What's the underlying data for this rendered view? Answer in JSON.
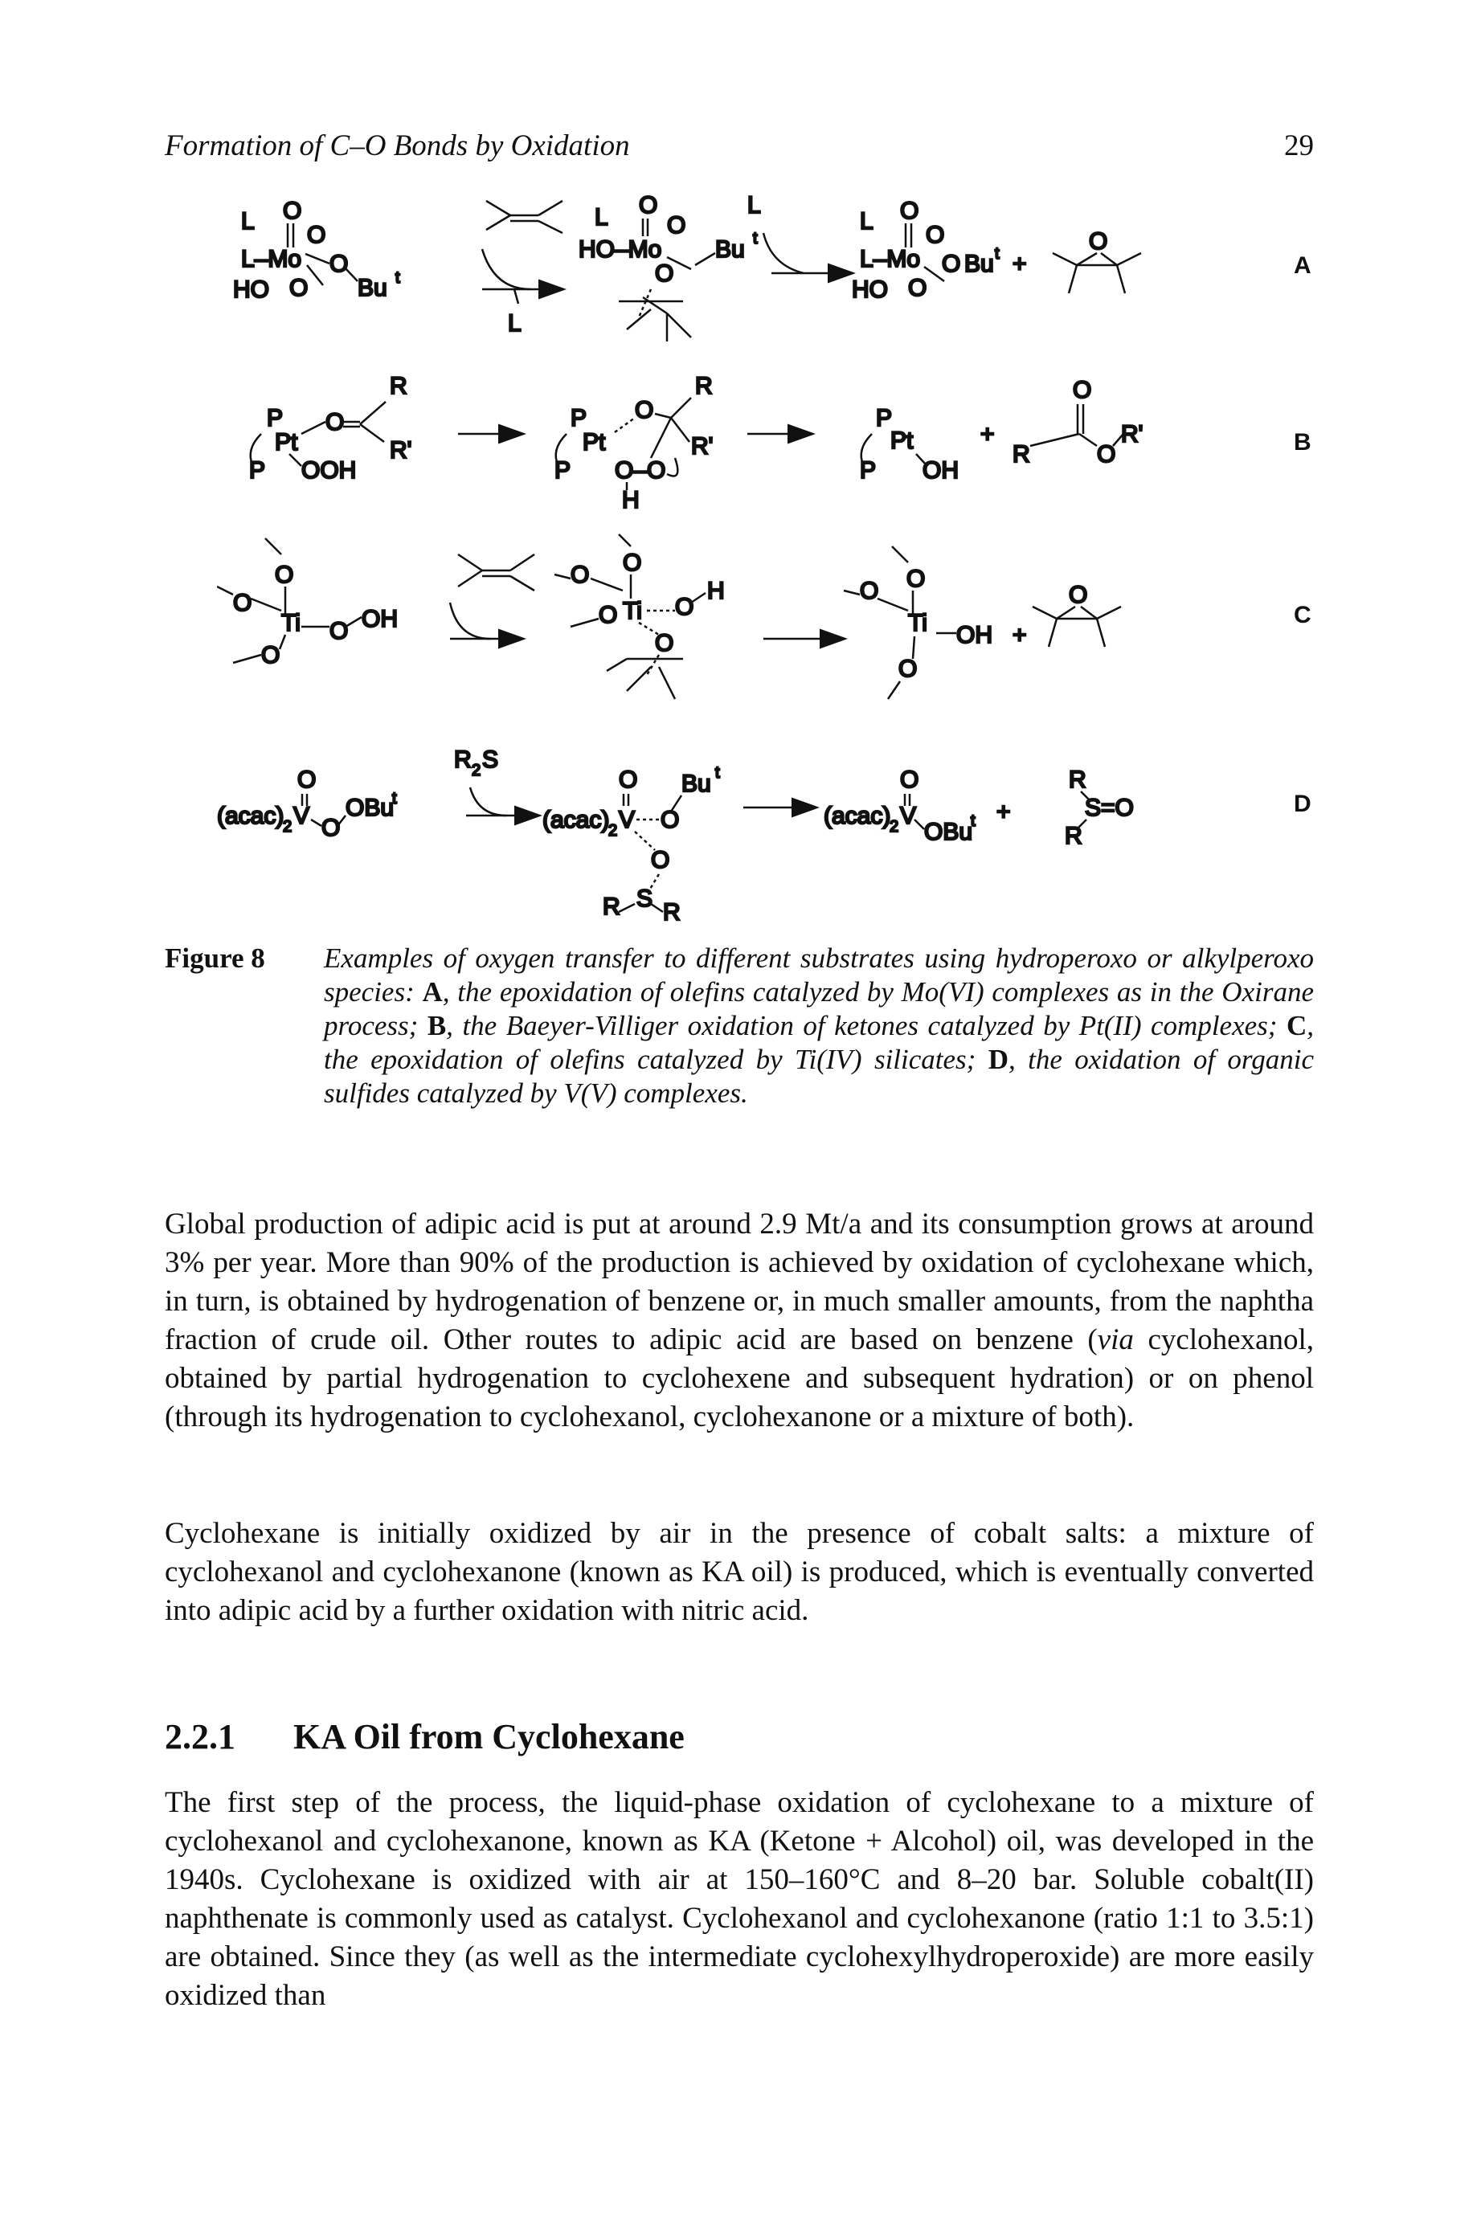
{
  "header": {
    "title": "Formation of C–O Bonds by Oxidation",
    "page_number": "29"
  },
  "scheme": {
    "row_labels": [
      "A",
      "B",
      "C",
      "D"
    ],
    "row_a": {
      "left": [
        "L",
        "O",
        "O",
        "L–Mo",
        "HO",
        "O",
        "O",
        "Bu",
        "t"
      ],
      "mid": [
        "L",
        "O",
        "L",
        "HO–Mo",
        "O",
        "O",
        "Bu",
        "t",
        "L"
      ],
      "right": [
        "L",
        "O",
        "O",
        "L–Mo",
        "HO",
        "O",
        "O",
        "Bu",
        "t",
        "+",
        "O"
      ]
    },
    "row_b": {
      "left": [
        "R",
        "P",
        "O",
        "Pt",
        "R'",
        "P",
        "OOH"
      ],
      "mid": [
        "R",
        "P",
        "O",
        "Pt",
        "R'",
        "P",
        "O–O",
        "H"
      ],
      "right": [
        "P",
        "Pt",
        "P",
        "OH",
        "+",
        "O",
        "R",
        "O",
        "R'"
      ]
    },
    "row_c": {
      "left": [
        "O",
        "O",
        "Ti",
        "O",
        "OH",
        "O"
      ],
      "mid": [
        "O",
        "O",
        "O",
        "Ti",
        "O",
        "H",
        "O"
      ],
      "right": [
        "O",
        "O",
        "Ti",
        "OH",
        "O",
        "+",
        "O"
      ]
    },
    "row_d": {
      "left": [
        "O",
        "(acac)",
        "2",
        "V",
        "O",
        "OBu",
        "t"
      ],
      "reagent": [
        "R",
        "2",
        "S"
      ],
      "mid": [
        "O",
        "(acac)",
        "2",
        "V",
        "O",
        "Bu",
        "t",
        "O",
        "S",
        "R",
        "R"
      ],
      "right": [
        "O",
        "(acac)",
        "2",
        "V",
        "OBu",
        "t",
        "+",
        "R",
        "S=O",
        "R"
      ]
    }
  },
  "caption": {
    "label": "Figure 8",
    "part1": "Examples of oxygen transfer to different substrates using hydroperoxo or alkylperoxo species: ",
    "a": "A",
    "part2": ", the epoxidation of olefins catalyzed by Mo(VI) complexes as in the Oxirane process; ",
    "b": "B",
    "part3": ", the Baeyer-Villiger oxidation of ketones catalyzed by Pt(II) complexes; ",
    "c": "C",
    "part4": ", the epoxidation of olefins catalyzed by Ti(IV) silicates; ",
    "d": "D",
    "part5": ", the oxidation of organic sulfides catalyzed by V(V) complexes."
  },
  "body": {
    "p1": "Global production of adipic acid is put at around 2.9 Mt/a and its consumption grows at around 3% per year. More than 90% of the production is achieved by oxidation of cyclohexane which, in turn, is obtained by hydrogenation of benzene or, in much smaller amounts, from the naphtha fraction of crude oil. Other routes to adipic acid are based on benzene (",
    "p1_via": "via",
    "p1_end": " cyclohexanol, obtained by partial hydrogenation to cyclohexene and subsequent hydration) or on phenol (through its hydrogenation to cyclohexanol, cyclohexanone or a mixture of both).",
    "p2": "Cyclohexane is initially oxidized by air in the presence of cobalt salts: a mixture of cyclohexanol and cyclohexanone (known as KA oil) is produced, which is eventually converted into adipic acid by a further oxidation with nitric acid.",
    "section_number": "2.2.1",
    "section_title": "KA Oil from Cyclohexane",
    "p3": "The first step of the process, the liquid-phase oxidation of cyclohexane to a mixture of cyclohexanol and cyclohexanone, known as KA (Ketone + Alcohol) oil, was developed in the 1940s. Cyclohexane is oxidized with air at 150–160°C and 8–20 bar. Soluble cobalt(II) naphthenate is commonly used as catalyst. Cyclohexanol and cyclohexanone (ratio 1:1 to 3.5:1) are obtained. Since they (as well as the intermediate cyclohexylhydroperoxide) are more easily oxidized than"
  }
}
